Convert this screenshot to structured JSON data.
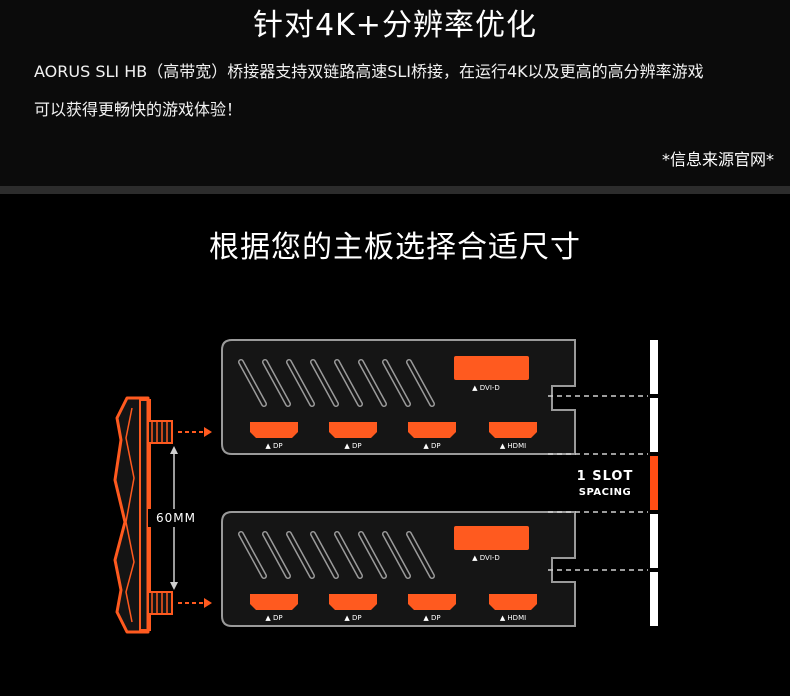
{
  "header": {
    "title": "针对4K+分辨率优化"
  },
  "intro": {
    "line1": "AORUS SLI HB（高带宽）桥接器支持双链路高速SLI桥接，在运行4K以及更高的高分辨率游戏",
    "line2": "可以获得更畅快的游戏体验！",
    "source_note": "*信息来源官网*"
  },
  "section": {
    "title": "根据您的主板选择合适尺寸"
  },
  "diagram": {
    "distance_label": "60MM",
    "slot_label_line1": "1 SLOT",
    "slot_label_line2": "SPACING",
    "cards": [
      {
        "port_top": "▲ DVI-D",
        "ports": [
          "▲ DP",
          "▲ DP",
          "▲ DP",
          "▲ HDMI"
        ]
      },
      {
        "port_top": "▲ DVI-D",
        "ports": [
          "▲ DP",
          "▲ DP",
          "▲ DP",
          "▲ HDMI"
        ]
      }
    ],
    "colors": {
      "accent": "#ff5a1f",
      "outline": "#9a9a9a",
      "bracket_fill": "#151515",
      "slot_highlight": "#ff4d14"
    }
  }
}
